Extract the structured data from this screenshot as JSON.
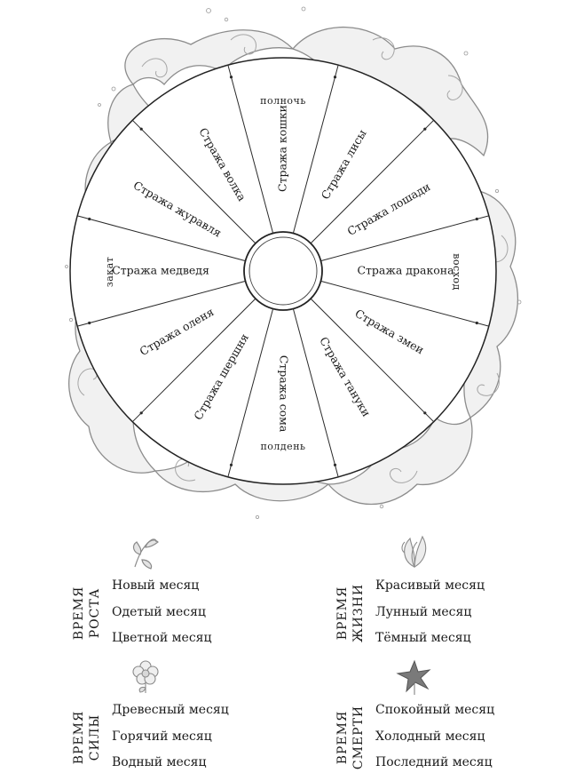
{
  "wheel": {
    "top_label": "полночь",
    "bottom_label": "полдень",
    "left_label": "закат",
    "right_label": "восход",
    "watches": [
      "Стража кошки",
      "Стража лисы",
      "Стража лошади",
      "Стража дракона",
      "Стража змеи",
      "Стража тануки",
      "Стража сома",
      "Стража шершня",
      "Стража оленя",
      "Стража медведя",
      "Стража журавля",
      "Стража волка"
    ]
  },
  "seasons": [
    {
      "label_lines": [
        "ВРЕМЯ",
        "РОСТА"
      ],
      "icon": "sprout-icon",
      "months": [
        "Новый месяц",
        "Одетый месяц",
        "Цветной месяц"
      ]
    },
    {
      "label_lines": [
        "ВРЕМЯ",
        "ЖИЗНИ"
      ],
      "icon": "leaf-icon",
      "months": [
        "Красивый месяц",
        "Лунный месяц",
        "Тёмный месяц"
      ]
    },
    {
      "label_lines": [
        "ВРЕМЯ",
        "СИЛЫ"
      ],
      "icon": "flower-icon",
      "months": [
        "Древесный месяц",
        "Горячий месяц",
        "Водный месяц"
      ]
    },
    {
      "label_lines": [
        "ВРЕМЯ",
        "СМЕРТИ"
      ],
      "icon": "star-leaf-icon",
      "months": [
        "Спокойный месяц",
        "Холодный месяц",
        "Последний месяц"
      ]
    }
  ]
}
